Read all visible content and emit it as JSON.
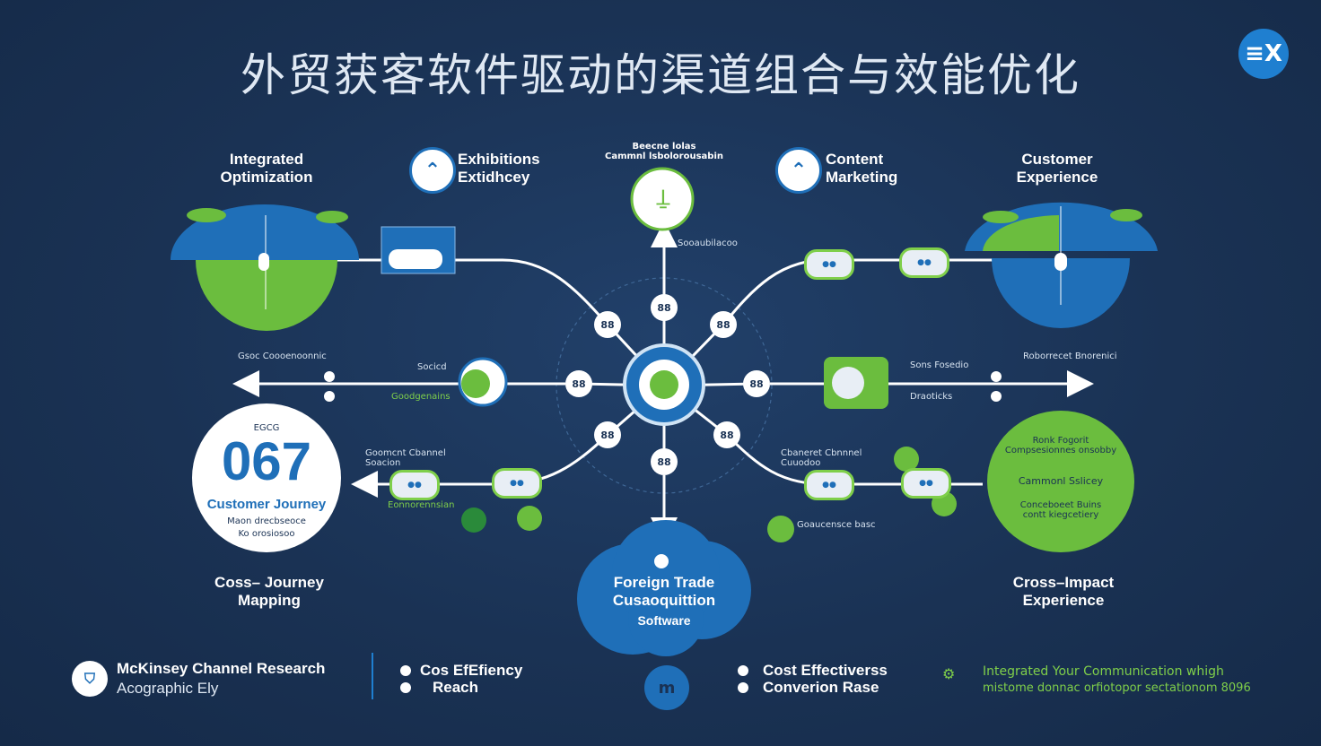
{
  "title": "外贸获客软件驱动的渠道组合与效能优化",
  "logo_icon": "ex-logo-icon",
  "top_labels": {
    "integrated": "Integrated\nOptimization",
    "exhibitions": "Exhibitions\nExtidhcey",
    "center_top": "Beecne lolas\nCammnl lsbolorousabin",
    "content": "Content\nMarketing",
    "customer_exp": "Customer\nExperience"
  },
  "hub": {
    "center_node": "center-hub-icon",
    "node_label": "88"
  },
  "side_texts": {
    "left_mid": "Gsoc Coooenoonnic",
    "left_mid_a": "Socicd",
    "left_mid_b": "Goodgenains",
    "right_mid": "Roborrecet Bnorenici",
    "right_mid_a": "Sons Fosedio",
    "right_mid_b": "Draoticks",
    "top_mid": "Sooaubilacoo",
    "left_lower": "Goomcnt Cbannel\nSoacion",
    "left_lower_b": "Eonnorennsian",
    "right_lower": "Cbaneret Cbnnnel\nCuuodoo",
    "right_lower_b": "Goaucensce basc"
  },
  "left_circle": {
    "small_top": "EGCG",
    "big": "067",
    "title": "Customer Journey",
    "sub1": "Maon drecbseoce",
    "sub2": "Ko orosiosoo"
  },
  "right_circle": {
    "l1": "Ronk Fogorit\nCompsesionnes onsobby",
    "l2": "Cammonl Sslicey",
    "l3": "Conceboeet Buins\ncontt kiegcetiery"
  },
  "cloud": {
    "icon": "location-pin-icon",
    "l1": "Foreign Trade",
    "l2": "Cusaoquittion",
    "l3": "Software"
  },
  "bottom_labels": {
    "left": "Coss– Journey\nMapping",
    "right": "Cross–Impact\nExperience"
  },
  "footer": {
    "brand_line1": "McKinsey Channel Research",
    "brand_line2": "Acographic Ely",
    "legend_a1": "Cos EfEfiency",
    "legend_a2": "Reach",
    "legend_b1": "Cost Effectiverss",
    "legend_b2": "Converion Rase",
    "right_text1": "Integrated Your Communication whigh",
    "right_text2": "mistome donnac orfiotopor sectationom 8096"
  },
  "colors": {
    "bg": "#1a3254",
    "blue": "#1f6fb8",
    "green": "#7fcf4a",
    "white": "#ffffff"
  }
}
